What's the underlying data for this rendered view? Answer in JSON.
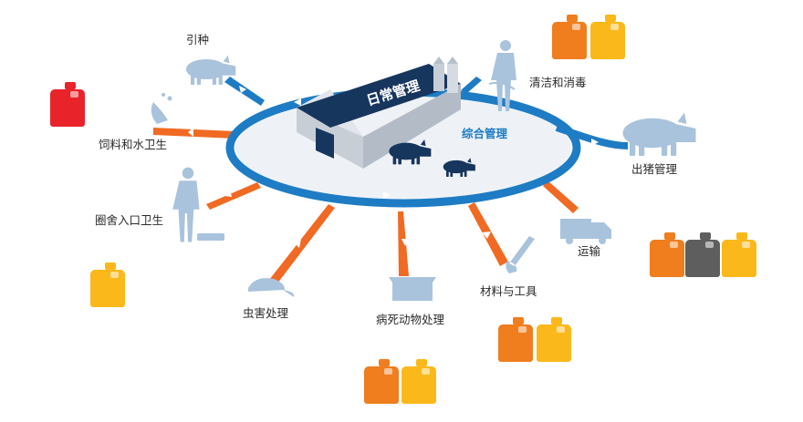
{
  "diagram": {
    "center_title": "日常管理",
    "center_subtitle": "综合管理",
    "nodes": [
      {
        "id": "intro",
        "label": "引种"
      },
      {
        "id": "cleaning",
        "label": "清洁和消毒"
      },
      {
        "id": "feed",
        "label": "饲料和水卫生"
      },
      {
        "id": "exit",
        "label": "出猪管理"
      },
      {
        "id": "entry",
        "label": "圈舍入口卫生"
      },
      {
        "id": "transport",
        "label": "运输"
      },
      {
        "id": "pests",
        "label": "虫害处理"
      },
      {
        "id": "carcass",
        "label": "病死动物处理"
      },
      {
        "id": "tools",
        "label": "材料与工具"
      }
    ]
  },
  "colors": {
    "blue_arrow": "#1e7cc4",
    "orange_arrow": "#f06a23",
    "roof": "#17365e",
    "silhouette": "#a9c3dd",
    "center_fill": "#eef2f6",
    "jerrycan_red": "#e8242a",
    "jerrycan_orange": "#f07d1e",
    "jerrycan_yellow": "#fbb81a",
    "jerrycan_gray": "#5e5e5e"
  },
  "icons": [
    "barn-icon",
    "silo-icon",
    "pig-icon",
    "farmer-icon",
    "sprayer-icon",
    "truck-icon",
    "shovel-icon",
    "rat-icon",
    "crate-icon",
    "jerrycan-icon"
  ]
}
